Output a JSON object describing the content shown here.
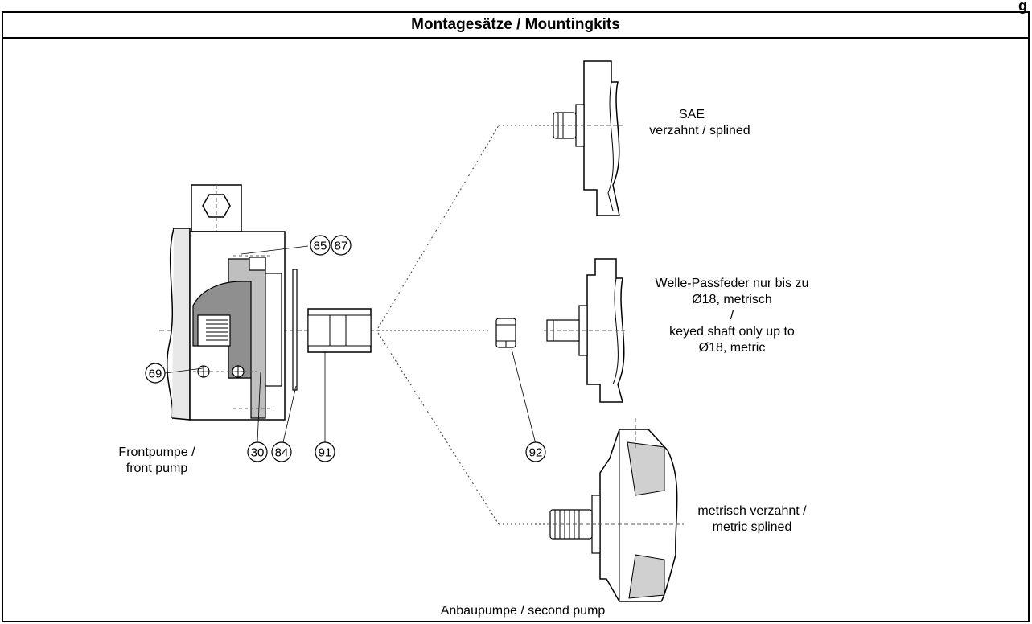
{
  "page": {
    "title": "Montagesätze / Mountingkits",
    "corner_fragment": "g"
  },
  "labels": {
    "sae": "SAE",
    "sae_sub": "verzahnt / splined",
    "keyed_l1": "Welle-Passfeder nur bis zu",
    "keyed_l2": "Ø18, metrisch",
    "keyed_l3": "/",
    "keyed_l4": "keyed shaft only up to",
    "keyed_l5": "Ø18, metric",
    "metric_l1": "metrisch verzahnt /",
    "metric_l2": "metric splined",
    "front_l1": "Frontpumpe /",
    "front_l2": "front pump",
    "second": "Anbaupumpe / second pump"
  },
  "callouts": {
    "c85": "85",
    "c87": "87",
    "c69": "69",
    "c30": "30",
    "c84": "84",
    "c91": "91",
    "c92": "92"
  }
}
